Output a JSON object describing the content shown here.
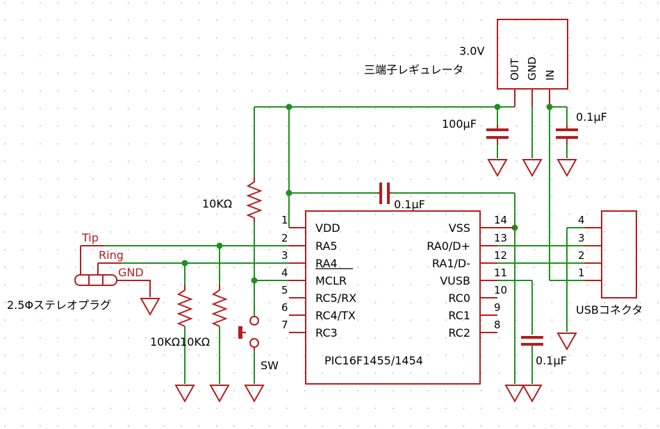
{
  "regulator": {
    "voltage": "3.0V",
    "name": "三端子レギュレータ",
    "pins": [
      "OUT",
      "GND",
      "IN"
    ]
  },
  "capacitors": {
    "c_100u": "100μF",
    "c_in": "0.1μF",
    "c_vdd": "0.1μF",
    "c_vusb": "0.1μF"
  },
  "resistors": {
    "r_mclr": "10KΩ",
    "r_bottom": "10KΩ10KΩ"
  },
  "jack": {
    "tip": "Tip",
    "ring": "Ring",
    "gnd": "GND",
    "name": "2.5Φステレオプラグ"
  },
  "switch": {
    "name": "SW"
  },
  "usb": {
    "name": "USBコネクタ",
    "pins": [
      "4",
      "3",
      "2",
      "1"
    ]
  },
  "mcu": {
    "name": "PIC16F1455/1454",
    "left_pins": [
      {
        "num": "1",
        "name": "VDD"
      },
      {
        "num": "2",
        "name": "RA5"
      },
      {
        "num": "3",
        "name": "RA4"
      },
      {
        "num": "4",
        "name": "MCLR"
      },
      {
        "num": "5",
        "name": "RC5/RX"
      },
      {
        "num": "6",
        "name": "RC4/TX"
      },
      {
        "num": "7",
        "name": "RC3"
      }
    ],
    "right_pins": [
      {
        "num": "14",
        "name": "VSS"
      },
      {
        "num": "13",
        "name": "RA0/D+"
      },
      {
        "num": "12",
        "name": "RA1/D-"
      },
      {
        "num": "11",
        "name": "VUSB"
      },
      {
        "num": "10",
        "name": "RC0"
      },
      {
        "num": "9",
        "name": "RC1"
      },
      {
        "num": "8",
        "name": "RC2"
      }
    ]
  }
}
